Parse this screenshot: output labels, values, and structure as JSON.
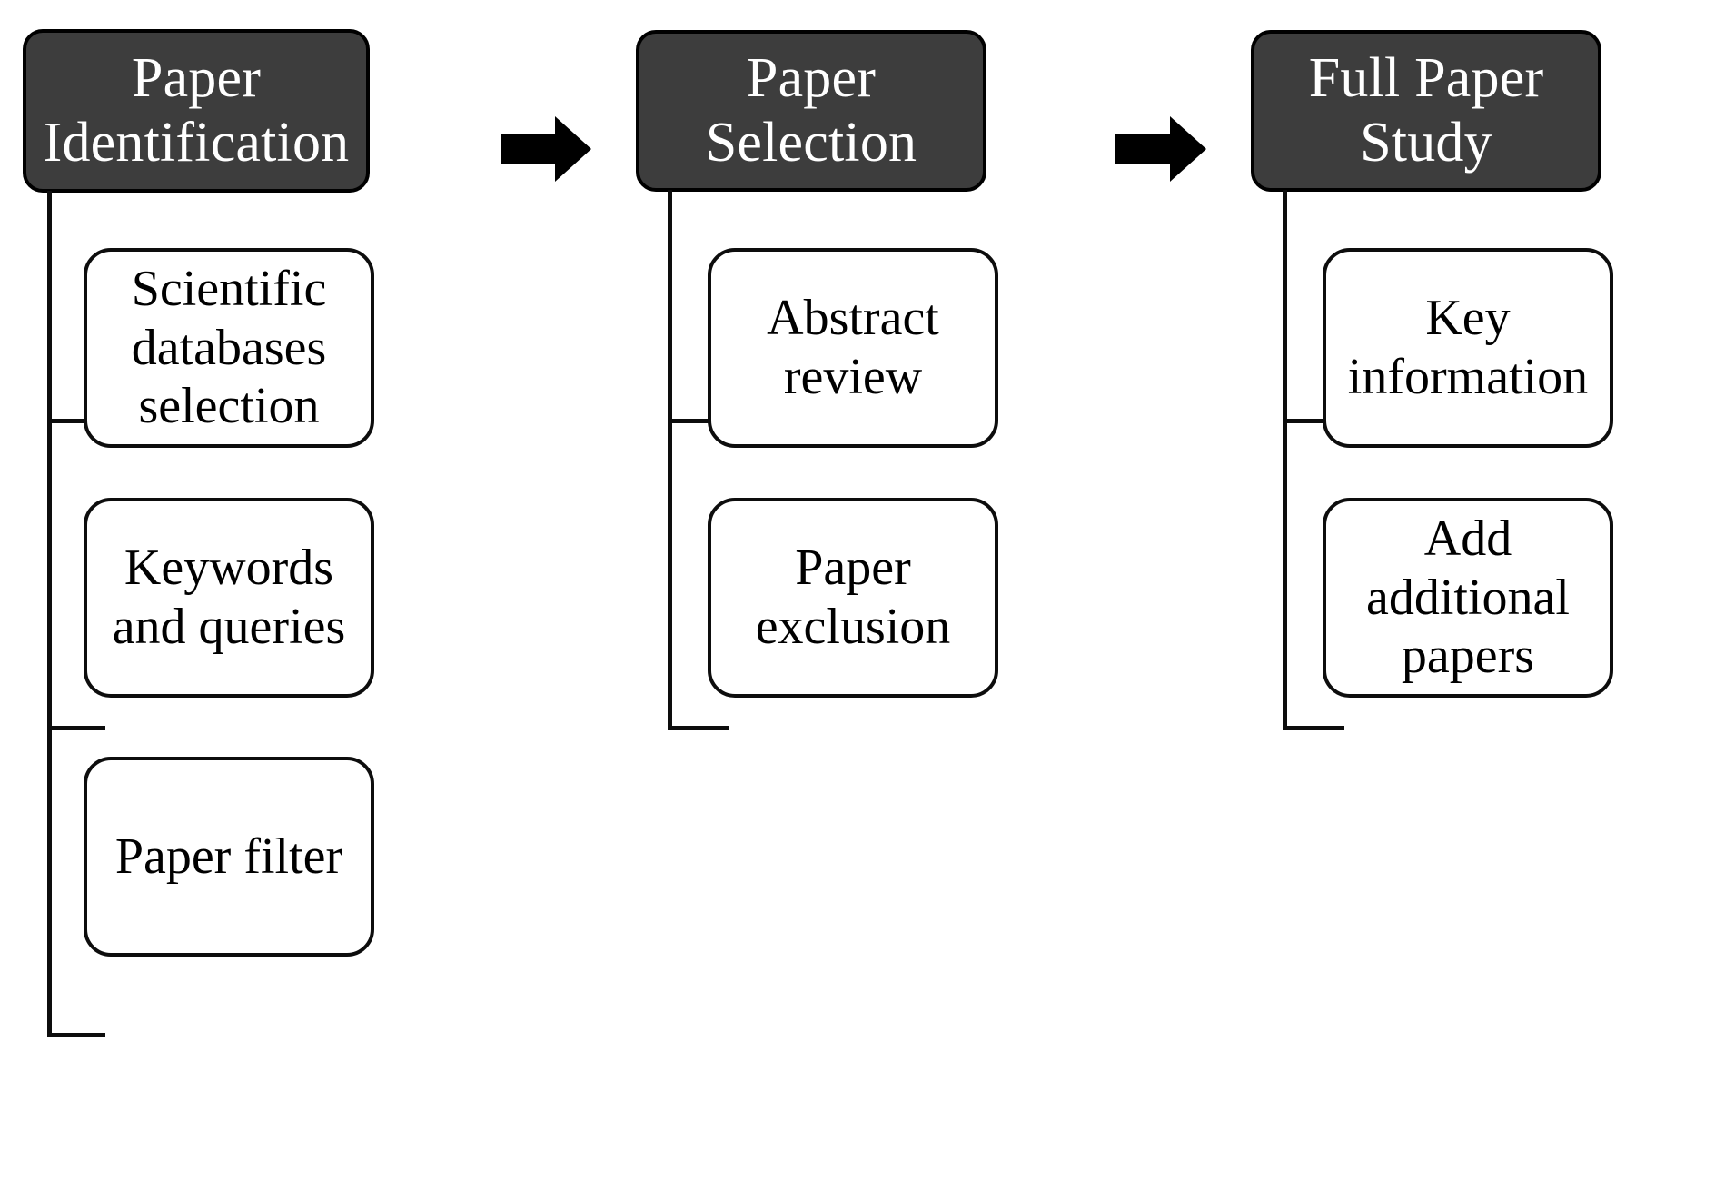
{
  "diagram": {
    "title": "Paper review methodology flow",
    "colors": {
      "stage_fill": "#3d3d3d",
      "stage_text": "#ffffff",
      "step_fill": "#ffffff",
      "step_text": "#000000",
      "line": "#0d0d0d",
      "arrow": "#000000",
      "background": "#ffffff"
    },
    "stages": [
      {
        "id": "paper-identification",
        "label": "Paper\nIdentification",
        "steps": [
          {
            "id": "scientific-databases-selection",
            "label": "Scientific\ndatabases\nselection"
          },
          {
            "id": "keywords-and-queries",
            "label": "Keywords\nand queries"
          },
          {
            "id": "paper-filter",
            "label": "Paper filter"
          }
        ]
      },
      {
        "id": "paper-selection",
        "label": "Paper\nSelection",
        "steps": [
          {
            "id": "abstract-review",
            "label": "Abstract\nreview"
          },
          {
            "id": "paper-exclusion",
            "label": "Paper\nexclusion"
          }
        ]
      },
      {
        "id": "full-paper-study",
        "label": "Full Paper\nStudy",
        "steps": [
          {
            "id": "key-information",
            "label": "Key\ninformation"
          },
          {
            "id": "add-additional-papers",
            "label": "Add\nadditional\npapers"
          }
        ]
      }
    ],
    "arrows": [
      {
        "id": "arrow-identification-to-selection",
        "icon": "right-arrow-icon"
      },
      {
        "id": "arrow-selection-to-study",
        "icon": "right-arrow-icon"
      }
    ]
  }
}
